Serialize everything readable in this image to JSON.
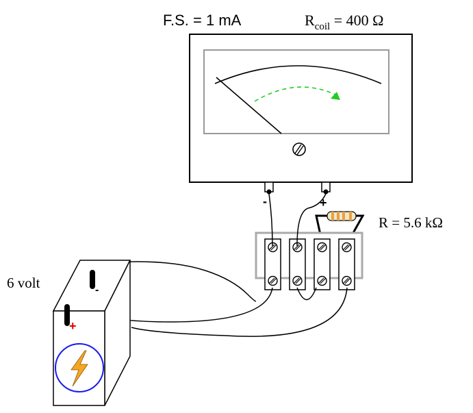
{
  "meter": {
    "full_scale_label": "F.S. = 1 mA",
    "coil_label_prefix": "R",
    "coil_label_sub": "coil",
    "coil_label_value": " = 400 Ω",
    "terminal_negative": "-",
    "terminal_positive": "+",
    "arrow_color": "#22cc22"
  },
  "resistor": {
    "label": "R = 5.6 kΩ",
    "band_color": "#e8a040"
  },
  "battery": {
    "label": "6 volt",
    "terminal_positive": "+",
    "terminal_negative": "-",
    "positive_color": "#dd0000",
    "symbol_icon": "lightning-bolt-icon",
    "symbol_circle_color": "#1a1aee",
    "bolt_color": "#f5a623"
  },
  "terminal_strip": {
    "screw_icon": "slotted-screw-icon"
  }
}
